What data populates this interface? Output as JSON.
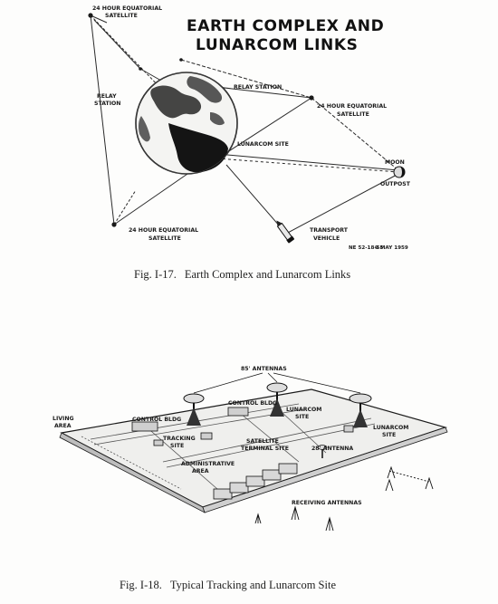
{
  "figure1": {
    "title_line1": "EARTH COMPLEX AND",
    "title_line2": "LUNARCOM LINKS",
    "labels": {
      "sat_top_1": "24 HOUR EQUATORIAL",
      "sat_top_2": "SATELLITE",
      "relay_left_1": "RELAY",
      "relay_left_2": "STATION",
      "relay_right": "RELAY STATION",
      "sat_right_1": "24 HOUR EQUATORIAL",
      "sat_right_2": "SATELLITE",
      "lunarcom_site": "LUNARCOM SITE",
      "moon": "MOON",
      "outpost": "OUTPOST",
      "sat_bottom_1": "24 HOUR EQUATORIAL",
      "sat_bottom_2": "SATELLITE",
      "transport_1": "TRANSPORT",
      "transport_2": "VEHICLE",
      "drawing_code": "NE 52-18-55",
      "drawing_date": "9 MAY 1959"
    },
    "caption_number": "Fig. I-17.",
    "caption_text": "Earth Complex and Lunarcom Links"
  },
  "figure2": {
    "labels": {
      "antennas_85": "85' ANTENNAS",
      "control_bldg_top": "CONTROL BLDG",
      "lunarcom_site_a_1": "LUNARCOM",
      "lunarcom_site_a_2": "SITE",
      "lunarcom_site_b_1": "LUNARCOM",
      "lunarcom_site_b_2": "SITE",
      "living_area_1": "LIVING",
      "living_area_2": "AREA",
      "control_bldg_left": "CONTROL BLDG",
      "tracking_site_1": "TRACKING",
      "tracking_site_2": "SITE",
      "satellite_terminal_1": "SATELLITE",
      "satellite_terminal_2": "TERMINAL SITE",
      "antenna_28": "28' ANTENNA",
      "administrative_1": "ADMINISTRATIVE",
      "administrative_2": "AREA",
      "receiving_antennas": "RECEIVING ANTENNAS"
    },
    "caption_number": "Fig. I-18.",
    "caption_text": "Typical Tracking and Lunarcom Site"
  }
}
